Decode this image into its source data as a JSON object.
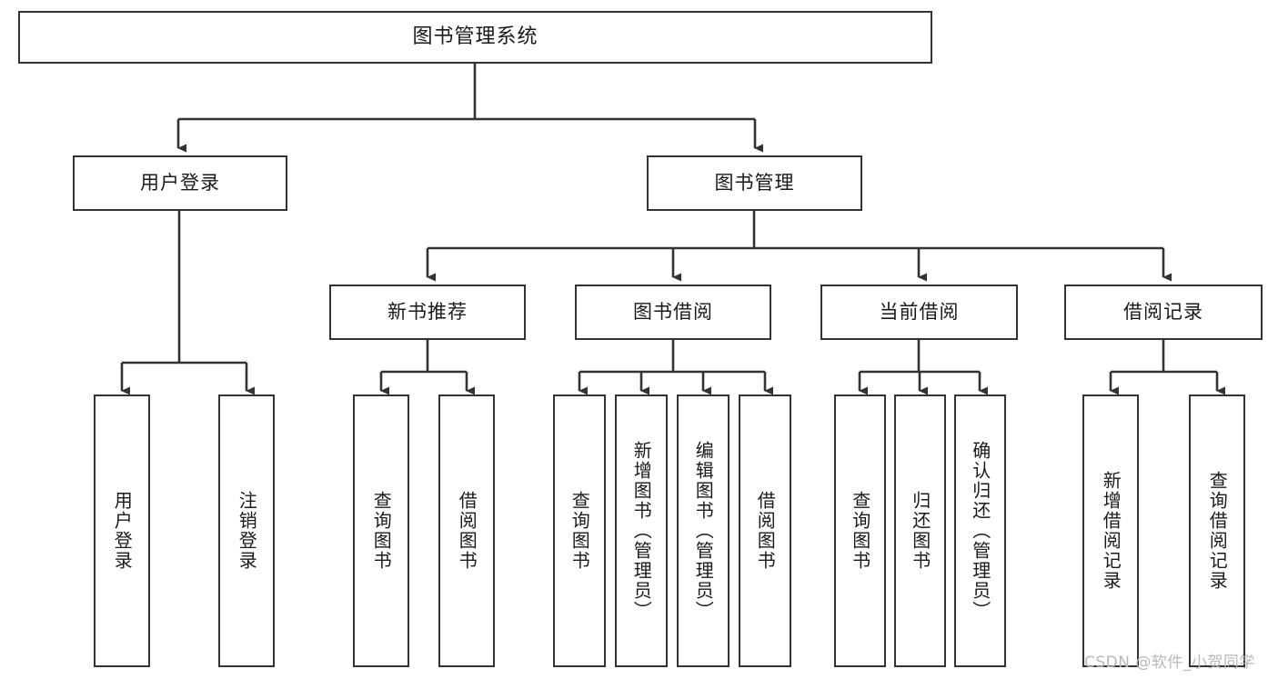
{
  "diagram": {
    "title": "图书管理系统",
    "type": "tree-hierarchy-diagram",
    "colors": {
      "border": "#333333",
      "background": "#ffffff",
      "text": "#1a1a1a",
      "watermark": "#b9b9b9"
    },
    "watermark": "CSDN @软件_小贺同学",
    "levels": {
      "root": {
        "label": "图书管理系统"
      },
      "level2": [
        {
          "label": "用户登录"
        },
        {
          "label": "图书管理"
        }
      ],
      "level3": [
        {
          "label": "新书推荐"
        },
        {
          "label": "图书借阅"
        },
        {
          "label": "当前借阅"
        },
        {
          "label": "借阅记录"
        }
      ],
      "leaves": {
        "user_login": [
          {
            "label": "用户登录"
          },
          {
            "label": "注销登录"
          }
        ],
        "new_book_recommend": [
          {
            "label": "查询图书"
          },
          {
            "label": "借阅图书"
          }
        ],
        "book_borrow": [
          {
            "label": "查询图书"
          },
          {
            "label": "新增图书（管理员）"
          },
          {
            "label": "编辑图书（管理员）"
          },
          {
            "label": "借阅图书"
          }
        ],
        "current_borrow": [
          {
            "label": "查询图书"
          },
          {
            "label": "归还图书"
          },
          {
            "label": "确认归还（管理员）"
          }
        ],
        "borrow_record": [
          {
            "label": "新增借阅记录"
          },
          {
            "label": "查询借阅记录"
          }
        ]
      }
    }
  }
}
